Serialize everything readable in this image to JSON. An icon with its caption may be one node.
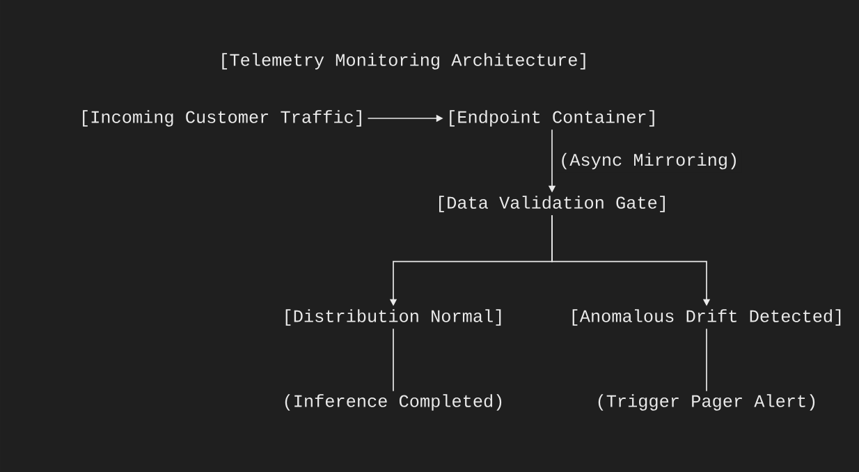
{
  "diagram": {
    "title": "[Telemetry Monitoring Architecture]",
    "nodes": [
      {
        "text": [
          "[Incoming Customer Traffic]"
        ]
      },
      {
        "text": [
          "[Endpoint Container]"
        ]
      },
      {
        "text": [
          "[Data Validation Gate]"
        ]
      },
      {
        "text": [
          "[Distribution Normal]"
        ]
      },
      {
        "text": [
          "[Anomalous Drift Detected]"
        ]
      },
      {
        "text": [
          "(Inference Completed)"
        ]
      },
      {
        "text": [
          "(Trigger Pager Alert)"
        ]
      }
    ],
    "edges": [
      {
        "from": 0,
        "to": 1,
        "arrow": "to"
      },
      {
        "from": 1,
        "to": 2,
        "arrow": "to",
        "label": "(Async Mirroring)"
      },
      {
        "from": 2,
        "to": 3,
        "arrow": "to"
      },
      {
        "from": 2,
        "to": 4,
        "arrow": "to"
      },
      {
        "from": 3,
        "to": 5,
        "arrow": "none"
      },
      {
        "from": 4,
        "to": 6,
        "arrow": "none"
      }
    ]
  }
}
